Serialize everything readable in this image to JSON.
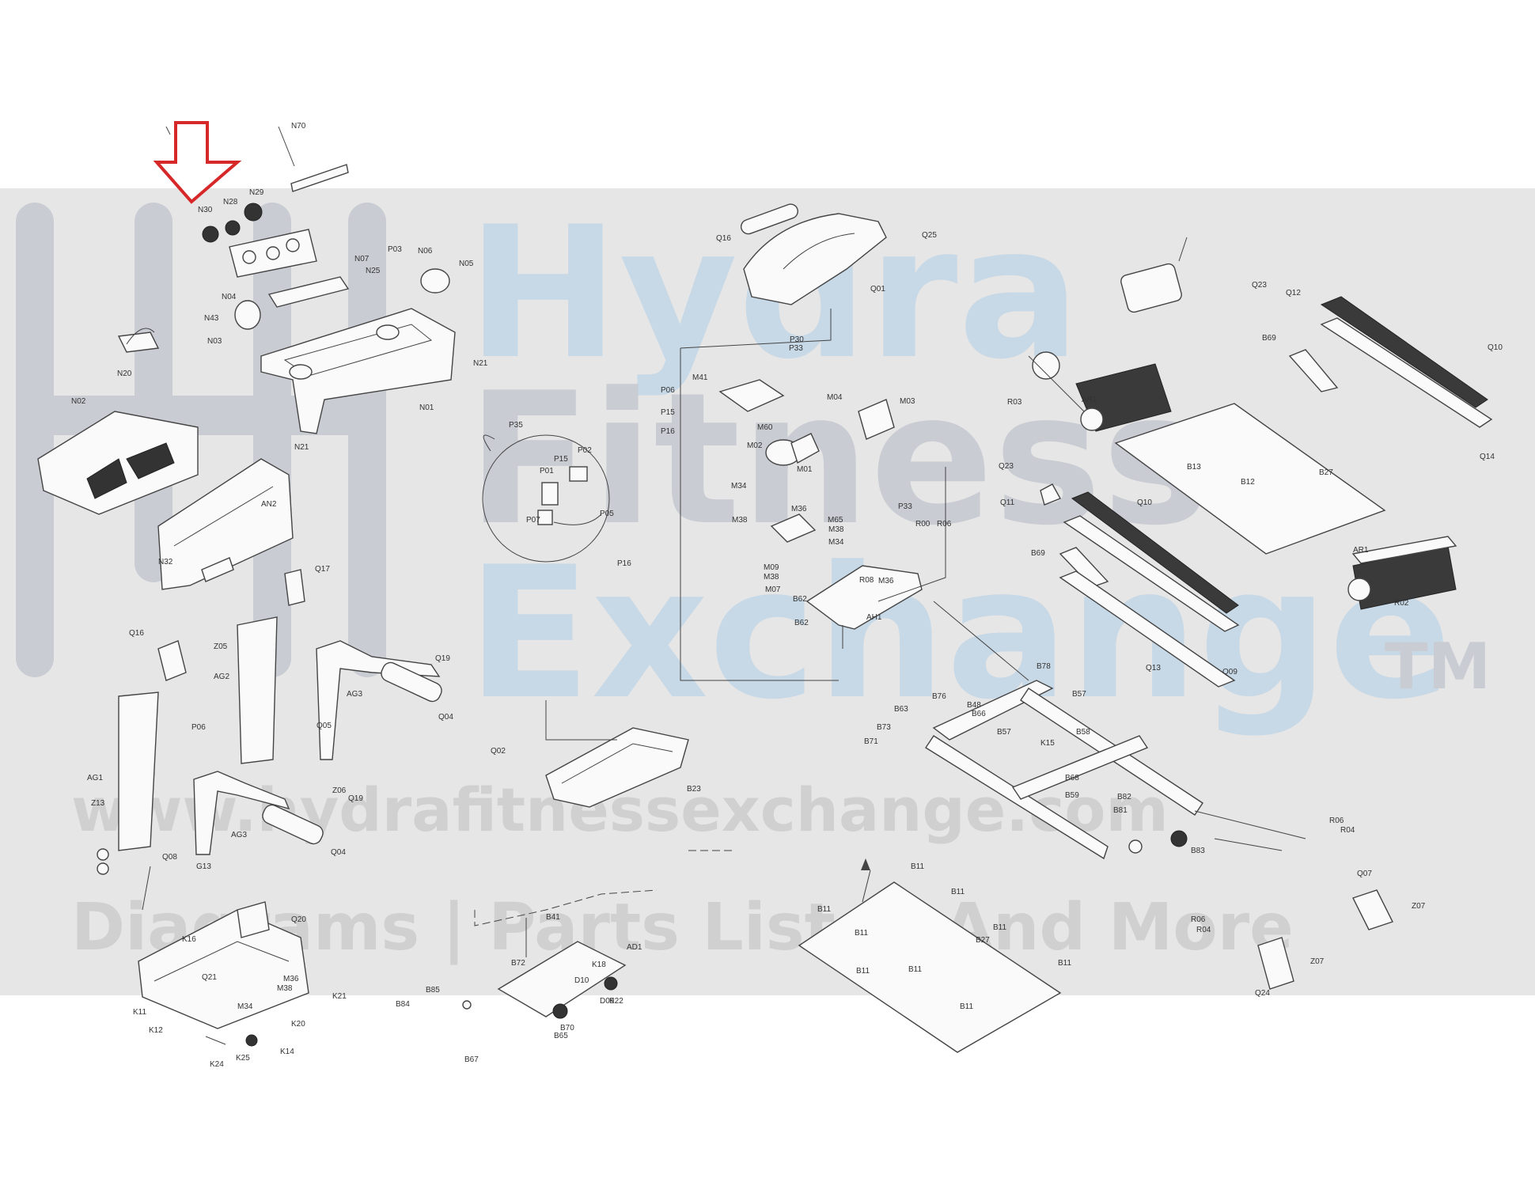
{
  "watermark": {
    "brand_line1": "Hydra",
    "brand_line2": "Fitness",
    "brand_line3": "Exchange",
    "trademark": "TM",
    "url": "www.hydrafitnessexchange.com",
    "tagline": "Diagrams | Parts Lists | And More",
    "colors": {
      "band": "#e4e4e4",
      "logo": "#c9ccd3",
      "brand_blue": "#c7d8e6",
      "text": "#d0d0d0"
    }
  },
  "indicator": {
    "icon": "arrow-down-icon",
    "color": "#d62828",
    "points_to": "N30"
  },
  "labels": {
    "console": [
      "N70",
      "N30",
      "N28",
      "N29",
      "N07",
      "N25",
      "P03",
      "N06",
      "N05",
      "N04",
      "N43",
      "N03",
      "N01",
      "N21",
      "N21",
      "N02",
      "N20"
    ],
    "frame_left": [
      "AN2",
      "N32",
      "Q17",
      "Q16",
      "Z05",
      "AG2",
      "AG3",
      "Q05",
      "Z06",
      "P06",
      "AG1",
      "Z13",
      "Q08",
      "G13",
      "AG3",
      "Q19",
      "Q04",
      "Q19",
      "Q04"
    ],
    "base_left": [
      "K16",
      "Q20",
      "Q21",
      "M36",
      "M38",
      "M34",
      "K21",
      "K20",
      "K11",
      "K12",
      "K24",
      "K25",
      "K14"
    ],
    "electronics": [
      "P35",
      "P15",
      "P02",
      "P01",
      "P07",
      "P05",
      "P16"
    ],
    "hood": [
      "Q16",
      "Q25",
      "Q01",
      "P30",
      "P33",
      "M41",
      "M04",
      "P06",
      "P15",
      "P16",
      "M60",
      "M03",
      "M02",
      "M01",
      "M34",
      "M38",
      "M36",
      "M65",
      "M38",
      "M34",
      "P33",
      "R00",
      "R06",
      "M09",
      "M38",
      "M07",
      "B62",
      "B62",
      "R08",
      "M36",
      "AH1"
    ],
    "lift": [
      "Q02",
      "B23",
      "B41",
      "B72",
      "K18",
      "AD1",
      "B85",
      "B84",
      "D10",
      "D09",
      "K22",
      "B65",
      "B70",
      "B67"
    ],
    "deck_frame": [
      "B78",
      "B57",
      "B76",
      "B63",
      "B48",
      "B66",
      "B73",
      "B71",
      "B57",
      "K15",
      "B58",
      "B68",
      "B59",
      "B82",
      "B81",
      "B83",
      "R06",
      "R04",
      "Q07",
      "Z07",
      "R06",
      "R04",
      "Q24",
      "Z07"
    ],
    "deck_board": [
      "B11",
      "B11",
      "B11",
      "B11",
      "B11",
      "B27",
      "B11",
      "B11",
      "B11",
      "B11"
    ],
    "right": [
      "Q23",
      "Q12",
      "B69",
      "Q10",
      "R03",
      "AR1",
      "Q14",
      "B13",
      "B12",
      "B27",
      "Q23",
      "Q11",
      "Q10",
      "B69",
      "AR1",
      "R02",
      "Q13",
      "Q09"
    ]
  }
}
